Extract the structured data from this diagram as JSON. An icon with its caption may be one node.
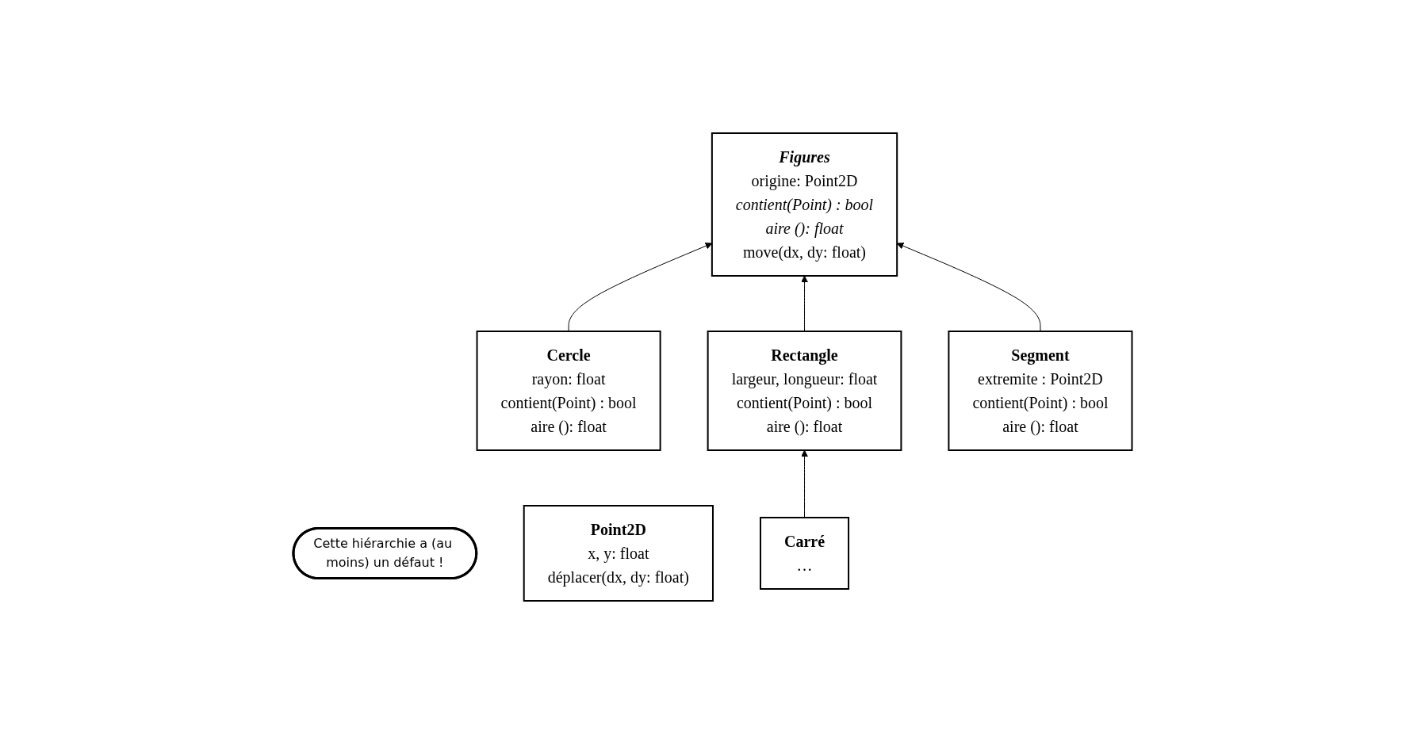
{
  "diagram": {
    "nodes": [
      {
        "text": [
          "Cette hiérarchie a (au moins) un défaut !"
        ]
      },
      {
        "text": [
          "Figures",
          "origine: Point2D",
          "contient(Point) : bool",
          "aire (): float",
          "move(dx, dy: float)"
        ]
      },
      {
        "text": [
          "Point2D",
          "x, y: float",
          "déplacer(dx, dy: float)"
        ]
      },
      {
        "text": [
          "Cercle",
          "rayon: float",
          "contient(Point) : bool",
          "aire (): float"
        ]
      },
      {
        "text": [
          "Rectangle",
          "largeur, longueur: float",
          "contient(Point) : bool",
          "aire (): float"
        ]
      },
      {
        "text": [
          "Segment",
          "extremite : Point2D",
          "contient(Point) : bool",
          "aire (): float"
        ]
      },
      {
        "text": [
          "Carré",
          "…"
        ]
      }
    ],
    "edges": [
      {
        "from": 3,
        "to": 1,
        "arrow": "to"
      },
      {
        "from": 4,
        "to": 1,
        "arrow": "to"
      },
      {
        "from": 5,
        "to": 1,
        "arrow": "to"
      },
      {
        "from": 6,
        "to": 4,
        "arrow": "to"
      }
    ]
  }
}
